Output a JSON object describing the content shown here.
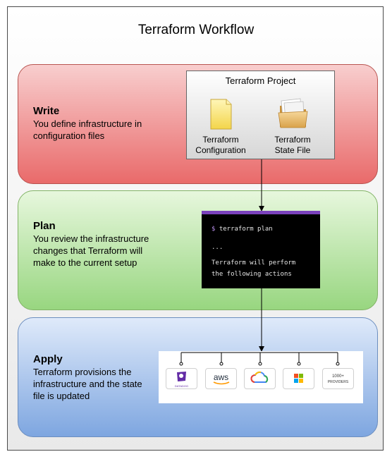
{
  "title": "Terraform Workflow",
  "stages": {
    "write": {
      "title": "Write",
      "desc": "You define infrastructure in configuration files"
    },
    "plan": {
      "title": "Plan",
      "desc": "You review the infrastructure changes that Terraform will make to the current setup"
    },
    "apply": {
      "title": "Apply",
      "desc": "Terraform provisions the infrastructure and the state file is updated"
    }
  },
  "project": {
    "title": "Terraform Project",
    "config_label": "Terraform Configuration",
    "state_label": "Terraform State File"
  },
  "terminal": {
    "prompt": "$",
    "command": "terraform plan",
    "ellipsis": "...",
    "output_line1": "Terraform will perform",
    "output_line2": "the following actions"
  },
  "providers": {
    "datadog": "DATADOG",
    "aws": "aws",
    "more_line1": "1000+",
    "more_line2": "PROVIDERS"
  },
  "colors": {
    "write": "#e96a6a",
    "plan": "#98d680",
    "apply": "#7ea6e0",
    "terminal_accent": "#7b42bc"
  },
  "icons": [
    "file-icon",
    "folder-icon",
    "datadog-logo",
    "aws-logo",
    "google-cloud-logo",
    "azure-logo"
  ]
}
